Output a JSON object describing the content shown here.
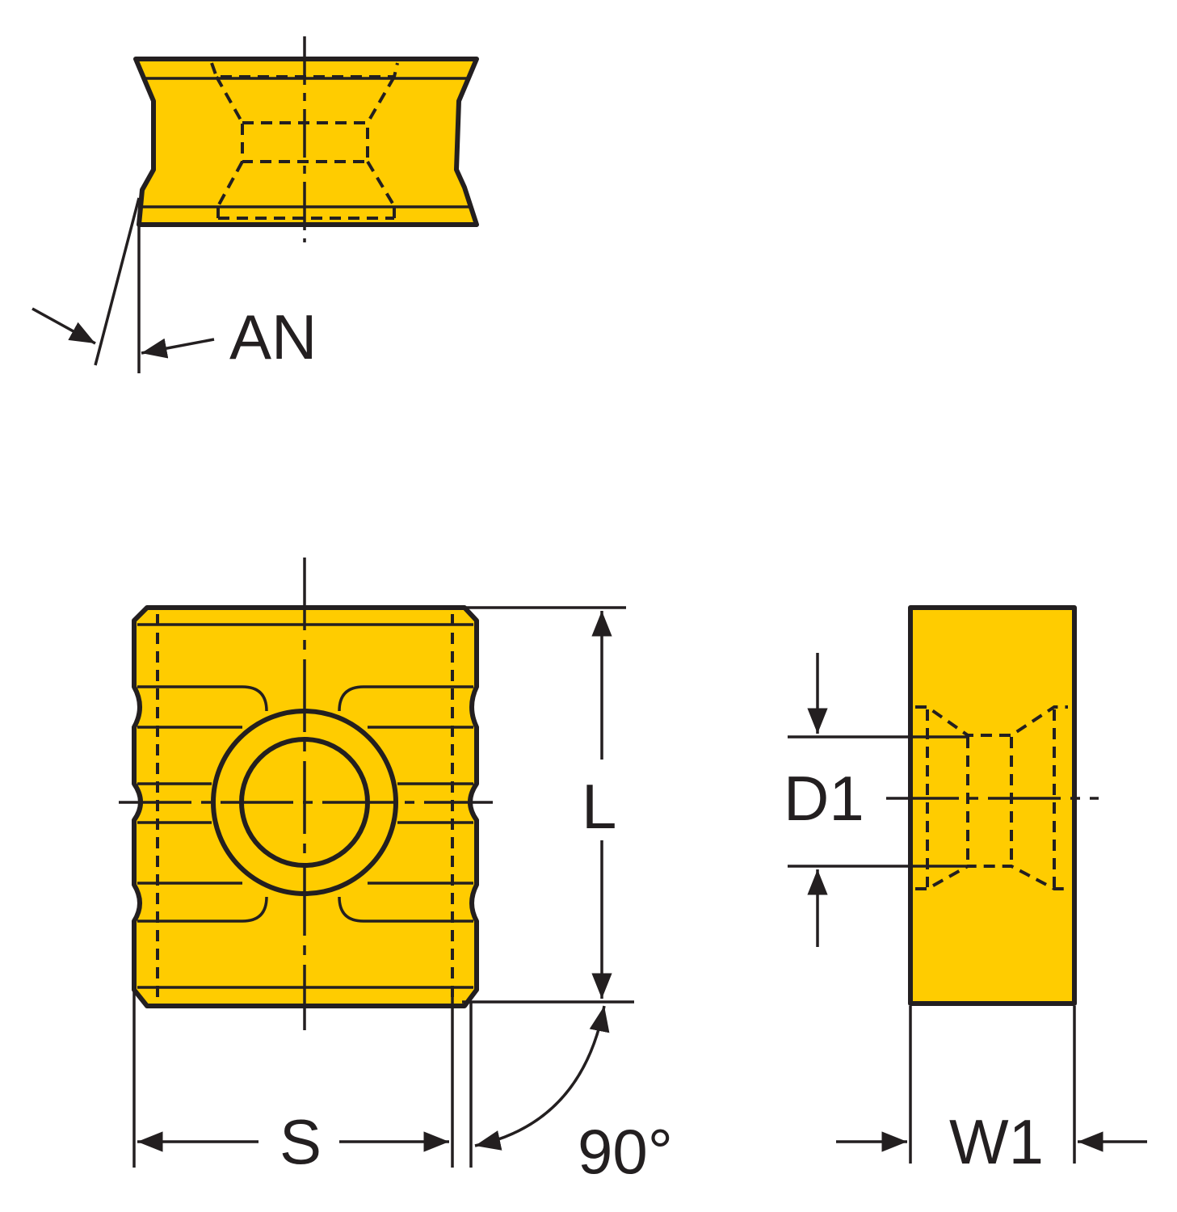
{
  "title": "Square insert dimension drawing",
  "colors": {
    "insert_fill": "#FFCC00",
    "line": "#231f20"
  },
  "labels": {
    "an": "AN",
    "s": "S",
    "l": "L",
    "angle": "90°",
    "d1": "D1",
    "w1": "W1"
  }
}
